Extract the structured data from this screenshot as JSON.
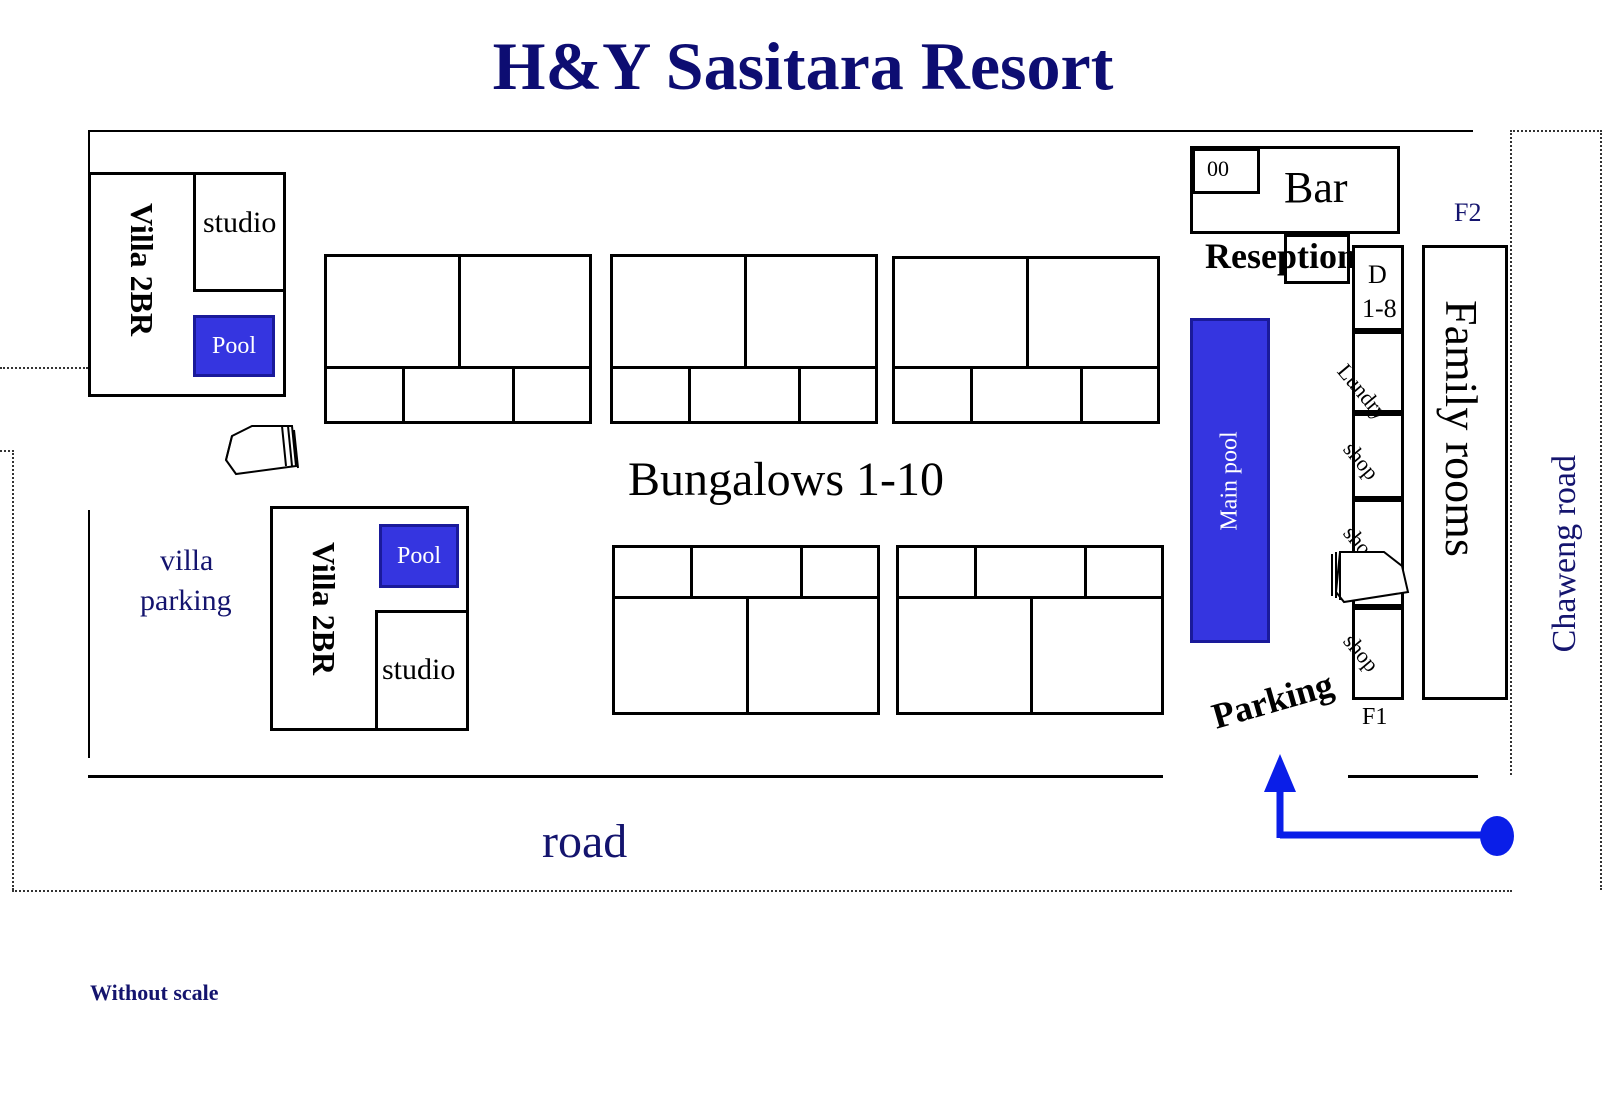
{
  "title": "H&Y Sasitara Resort",
  "colors": {
    "title": "#0d0d72",
    "pool": "#3535e0",
    "arrow": "#0a1ee8",
    "label_navy": "#14146e"
  },
  "labels": {
    "villa_top": "Villa 2BR",
    "studio_top": "studio",
    "pool_top": "Pool",
    "villa_bottom": "Villa 2BR",
    "studio_bottom": "studio",
    "pool_bottom": "Pool",
    "villa_parking": "villa\nparking",
    "villa_parking_line1": "villa",
    "villa_parking_line2": "parking",
    "bungalows": "Bungalows 1-10",
    "bar": "Bar",
    "bar_box": "00",
    "reception": "Reseption",
    "main_pool": "Main pool",
    "d_rooms_line1": "D",
    "d_rooms_line2": "1-8",
    "laundry": "Lundry",
    "shop_1": "shop",
    "shop_2": "shop",
    "shop_3": "shop",
    "family_rooms": "Family rooms",
    "f1": "F1",
    "f2": "F2",
    "parking": "Parking",
    "road": "road",
    "chaweng_road": "Chaweng road",
    "without_scale": "Without scale"
  },
  "icons": [
    "car-icon",
    "route-arrow-icon",
    "entrance-dot-icon"
  ]
}
